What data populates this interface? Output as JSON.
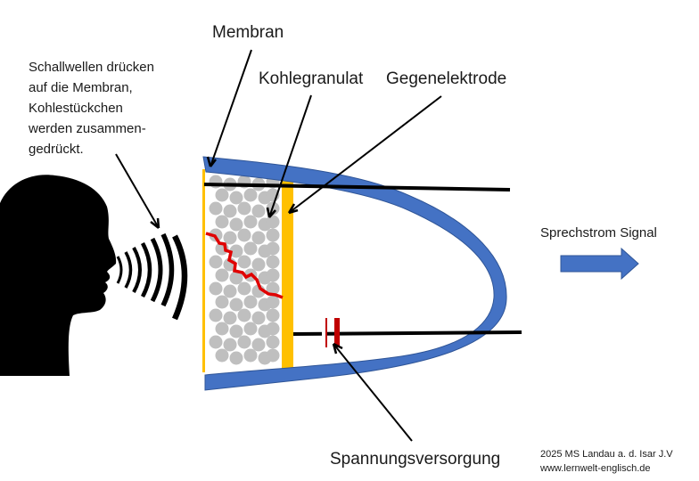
{
  "labels": {
    "membrane": "Membran",
    "carbon_granules": "Kohlegranulat",
    "counter_electrode": "Gegenelektrode",
    "power_supply": "Spannungsversorgung",
    "signal": "Sprechstrom Signal"
  },
  "explanation_lines": [
    "Schallwellen drücken",
    "auf die Membran,",
    "Kohlestückchen",
    "werden zusammen-",
    "gedrückt."
  ],
  "credit": {
    "line1": "2025 MS Landau a. d. Isar  J.V",
    "line2": "www.lernwelt-englisch.de"
  },
  "colors": {
    "housing": "#4472c4",
    "housing_edge": "#2f5597",
    "electrode": "#ffc000",
    "granule": "#bfbfbf",
    "current_path": "#e00000",
    "battery": "#c00000",
    "arrow_signal": "#4472c4",
    "silhouette": "#000000"
  }
}
